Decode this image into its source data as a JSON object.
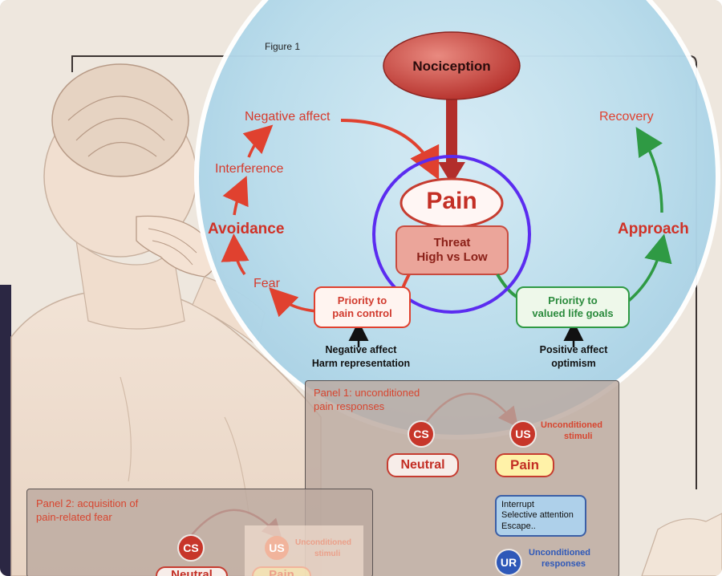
{
  "figure": {
    "caption": "Figure 1",
    "nociception": "Nociception",
    "pain": "Pain",
    "threat_line1": "Threat",
    "threat_line2": "High vs Low",
    "left_path": {
      "negative_affect": "Negative affect",
      "interference": "Interference",
      "avoidance": "Avoidance",
      "fear": "Fear",
      "priority_line1": "Priority to",
      "priority_line2": "pain control",
      "note_line1": "Negative affect",
      "note_line2": "Harm representation"
    },
    "right_path": {
      "recovery": "Recovery",
      "approach": "Approach",
      "priority_line1": "Priority to",
      "priority_line2": "valued life goals",
      "note_line1": "Positive affect",
      "note_line2": "optimism"
    }
  },
  "panel1": {
    "title_line1": "Panel 1: unconditioned",
    "title_line2": "pain responses",
    "cs": "CS",
    "us": "US",
    "neutral": "Neutral",
    "pain": "Pain",
    "us_label_line1": "Unconditioned",
    "us_label_line2": "stimuli",
    "ur_box_line1": "Interrupt",
    "ur_box_line2": "Selective attention",
    "ur_box_line3": "Escape..",
    "ur": "UR",
    "ur_label_line1": "Unconditioned",
    "ur_label_line2": "responses"
  },
  "panel2": {
    "title_line1": "Panel 2: acquisition of",
    "title_line2": "pain-related fear",
    "cs": "CS",
    "us": "US",
    "us_label_line1": "Unconditioned",
    "us_label_line2": "stimuli",
    "neutral": "Neutral",
    "pain": "Pain"
  },
  "colors": {
    "red": "#d63a2c",
    "green": "#36a04a",
    "highlight_ring": "#5b2cf0",
    "circle_fill": "#bfe0f0"
  }
}
